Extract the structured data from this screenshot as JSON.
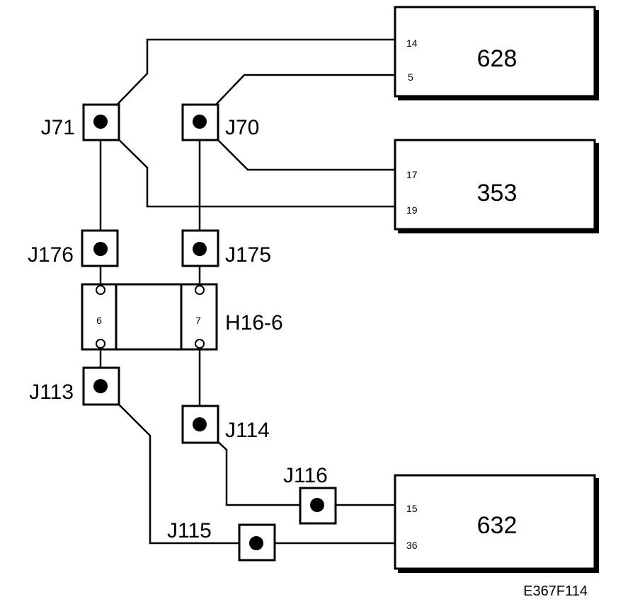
{
  "modules": {
    "m628": {
      "label": "628",
      "pin_a": "14",
      "pin_b": "5"
    },
    "m353": {
      "label": "353",
      "pin_a": "17",
      "pin_b": "19"
    },
    "m632": {
      "label": "632",
      "pin_a": "15",
      "pin_b": "36"
    }
  },
  "connectors": {
    "j71": "J71",
    "j70": "J70",
    "j176": "J176",
    "j175": "J175",
    "j113": "J113",
    "j114": "J114",
    "j116": "J116",
    "j115": "J115"
  },
  "harness": {
    "label": "H16-6",
    "pin_left": "6",
    "pin_right": "7"
  },
  "figure_id": "E367F114"
}
